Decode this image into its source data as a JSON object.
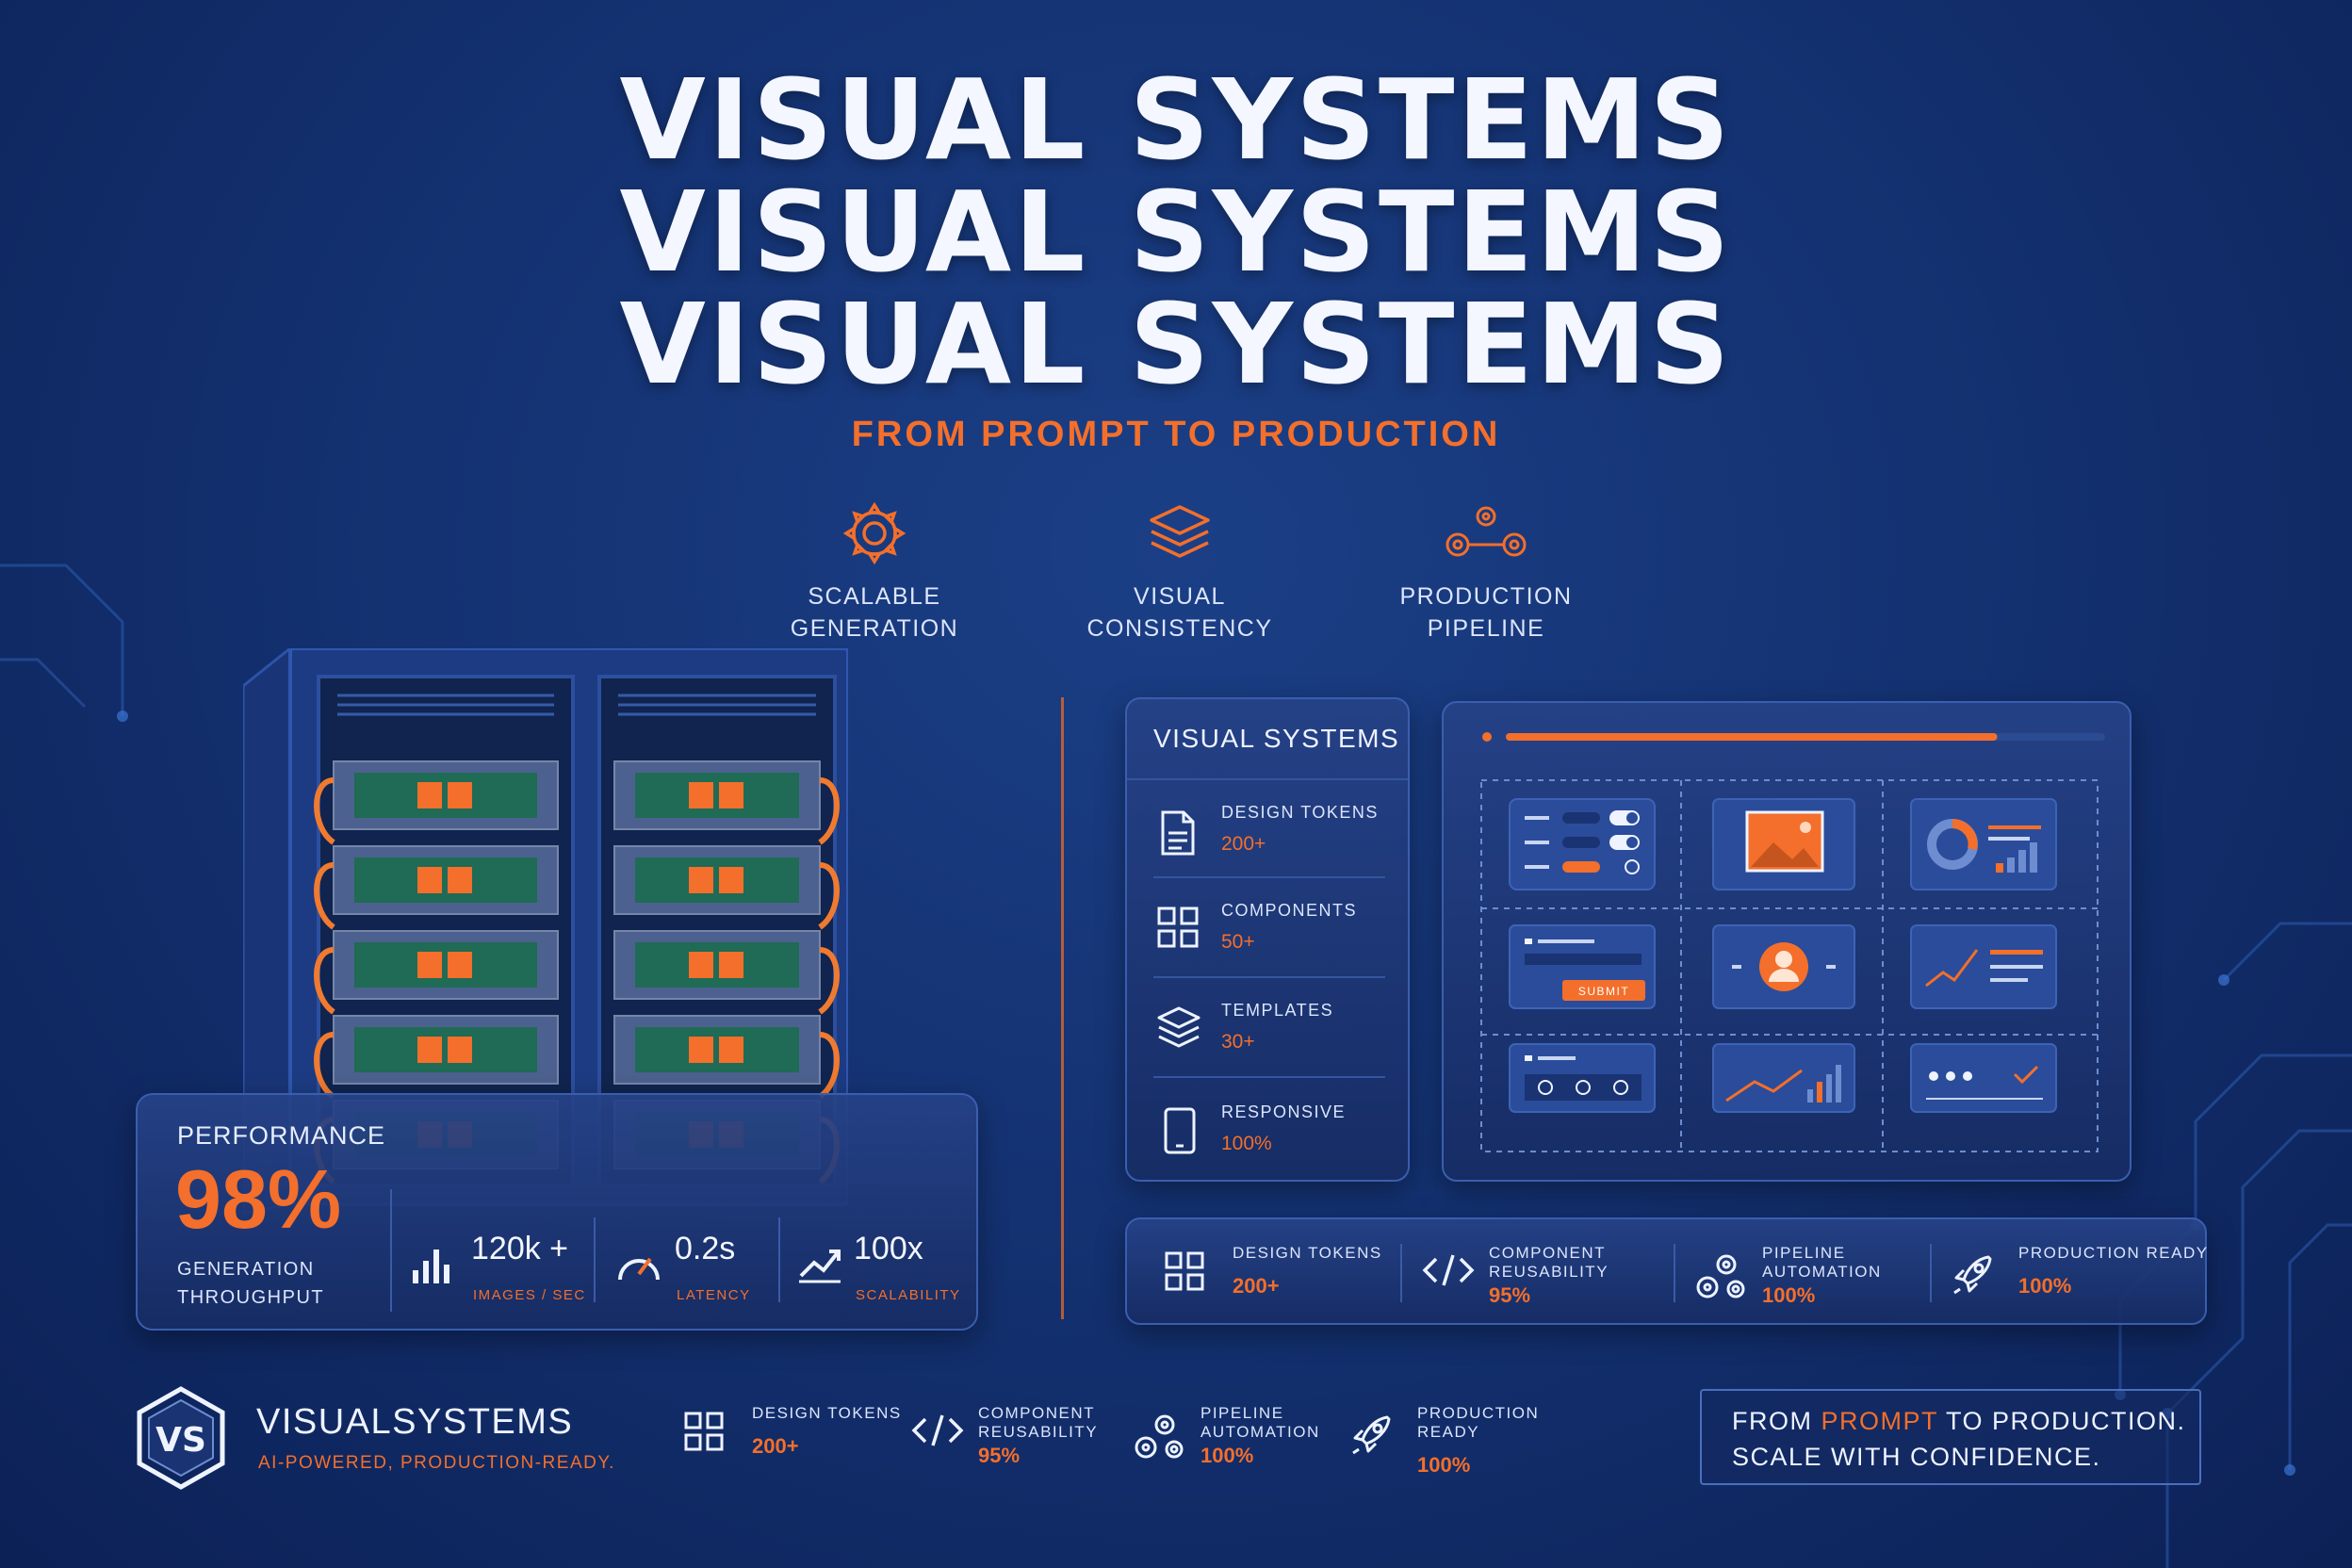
{
  "headline": {
    "line1": "VISUAL SYSTEMS",
    "line2": "VISUAL SYSTEMS",
    "line3": "VISUAL SYSTEMS",
    "tagline": "FROM PROMPT TO PRODUCTION"
  },
  "features": [
    {
      "line1": "SCALABLE",
      "line2": "GENERATION",
      "icon": "gear-icon"
    },
    {
      "line1": "VISUAL",
      "line2": "CONSISTENCY",
      "icon": "layers-icon"
    },
    {
      "line1": "PRODUCTION",
      "line2": "PIPELINE",
      "icon": "pipeline-gears-icon"
    }
  ],
  "performance": {
    "title": "PERFORMANCE",
    "value": "98%",
    "sub1": "GENERATION",
    "sub2": "THROUGHPUT",
    "stats": [
      {
        "value": "120k +",
        "label": "IMAGES / SEC",
        "icon": "bar-chart-icon"
      },
      {
        "value": "0.2s",
        "label": "LATENCY",
        "icon": "gauge-icon"
      },
      {
        "value": "100x",
        "label": "SCALABILITY",
        "icon": "trend-up-icon"
      }
    ]
  },
  "system_list": {
    "title": "VISUAL SYSTEMS",
    "items": [
      {
        "label": "DESIGN TOKENS",
        "value": "200+",
        "icon": "document-icon"
      },
      {
        "label": "COMPONENTS",
        "value": "50+",
        "icon": "components-icon"
      },
      {
        "label": "TEMPLATES",
        "value": "30+",
        "icon": "layers-icon"
      },
      {
        "label": "RESPONSIVE",
        "value": "100%",
        "icon": "tablet-icon"
      }
    ]
  },
  "dashboard": {
    "progress": 0.82,
    "submit_label": "SUBMIT"
  },
  "metrics_bar": [
    {
      "line1": "DESIGN TOKENS",
      "line2": "",
      "value": "200+",
      "icon": "components-icon"
    },
    {
      "line1": "COMPONENT",
      "line2": "REUSABILITY",
      "value": "95%",
      "icon": "code-icon"
    },
    {
      "line1": "PIPELINE",
      "line2": "AUTOMATION",
      "value": "100%",
      "icon": "pipeline-gears-icon"
    },
    {
      "line1": "PRODUCTION READY",
      "line2": "",
      "value": "100%",
      "icon": "rocket-icon"
    }
  ],
  "footer": {
    "logo_text": "VS",
    "brand": "VISUALSYSTEMS",
    "brand_sub": "AI-POWERED, PRODUCTION-READY.",
    "metrics": [
      {
        "line1": "DESIGN TOKENS",
        "line2": "",
        "value": "200+",
        "icon": "components-icon"
      },
      {
        "line1": "COMPONENT",
        "line2": "REUSABILITY",
        "value": "95%",
        "icon": "code-icon"
      },
      {
        "line1": "PIPELINE",
        "line2": "AUTOMATION",
        "value": "100%",
        "icon": "pipeline-gears-icon"
      },
      {
        "line1": "PRODUCTION READY",
        "line2": "",
        "value": "100%",
        "icon": "rocket-icon"
      }
    ],
    "cta_line1_a": "FROM ",
    "cta_line1_b": "PROMPT",
    "cta_line1_c": " TO PRODUCTION.",
    "cta_line2": "SCALE WITH CONFIDENCE."
  },
  "colors": {
    "accent": "#f36f2b",
    "background": "#143272",
    "panel": "#1f3d86",
    "text": "#eef3ff"
  }
}
